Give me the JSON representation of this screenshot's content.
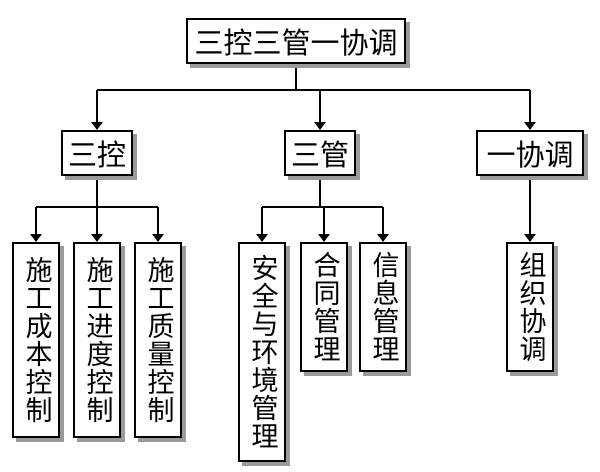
{
  "diagram": {
    "root": {
      "label": "三控三管一协调"
    },
    "groups": [
      {
        "label": "三控",
        "children": [
          "施工成本控制",
          "施工进度控制",
          "施工质量控制"
        ]
      },
      {
        "label": "三管",
        "children": [
          "安全与环境管理",
          "合同管理",
          "信息管理"
        ]
      },
      {
        "label": "一协调",
        "children": [
          "组织协调"
        ]
      }
    ]
  },
  "colors": {
    "line": "#000000",
    "shadow": "#9a9a9a",
    "background": "#ffffff"
  }
}
